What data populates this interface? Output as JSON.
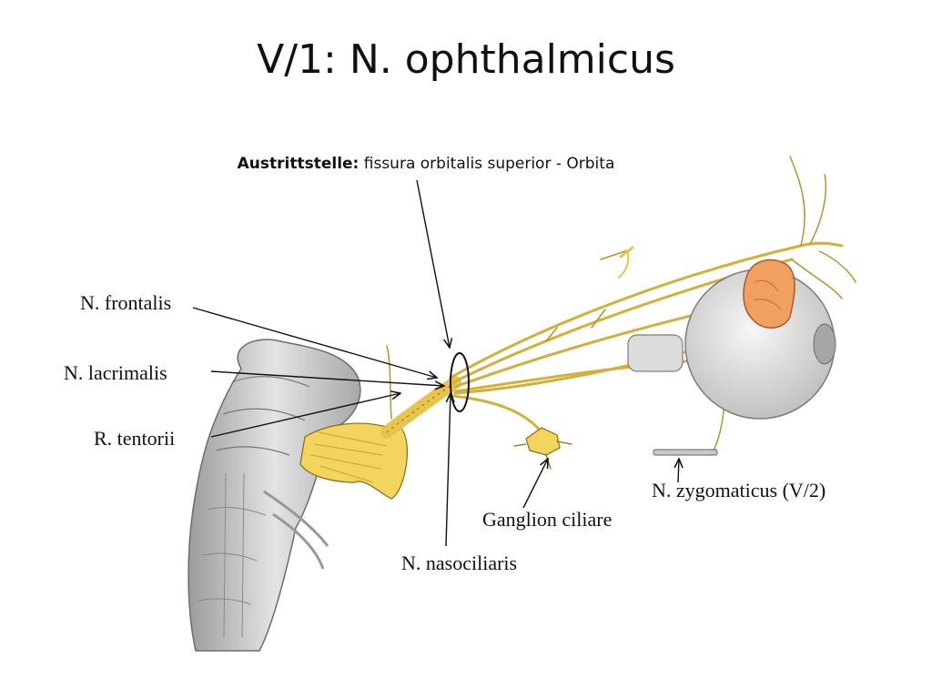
{
  "title": "V/1: N. ophthalmicus",
  "exit_point": {
    "label": "Austrittstelle:",
    "text": " fissura orbitalis superior - Orbita"
  },
  "labels": {
    "frontalis": "N. frontalis",
    "lacrimalis": "N. lacrimalis",
    "tentorii": "R. tentorii",
    "zygomaticus": "N. zygomaticus (V/2)",
    "ganglion": "Ganglion ciliare",
    "nasociliaris": "N. nasociliaris"
  },
  "colors": {
    "nerve": "#e8c54a",
    "nerve_stroke": "#8a6d10",
    "gland": "#f0a060",
    "eye": "#e2e2e2",
    "brainstem": "#cfcfcf"
  }
}
